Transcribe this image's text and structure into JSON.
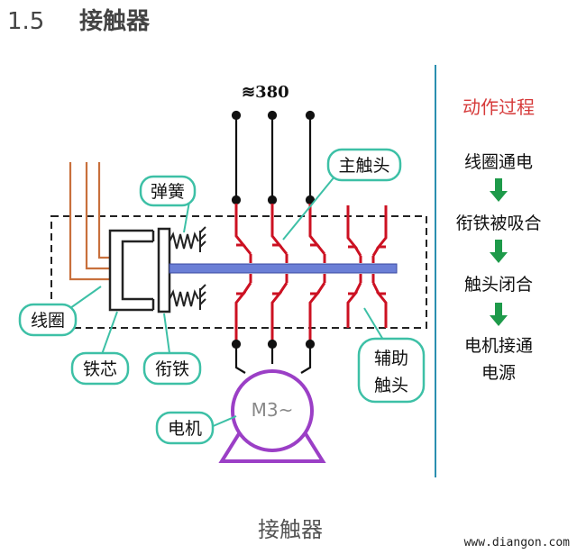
{
  "header": {
    "section_number": "1.5",
    "title": "接触器"
  },
  "diagram": {
    "supply_label": "≋380",
    "labels": {
      "spring": "弹簧",
      "main_contact": "主触头",
      "coil": "线圈",
      "iron_core": "铁芯",
      "armature": "衔铁",
      "aux_line1": "辅助",
      "aux_line2": "触头",
      "motor_label": "电机",
      "motor_symbol": "M3~"
    }
  },
  "process": {
    "title": "动作过程",
    "steps": [
      "线圈通电",
      "衔铁被吸合",
      "触头闭合",
      "电机接通"
    ],
    "last_step_line2": "电源"
  },
  "caption": "接触器",
  "watermark": "www.diangon.com",
  "colors": {
    "contact_red": "#cc1122",
    "armature_blue": "#6b7fd6",
    "motor_purple": "#9b3fc6",
    "callout_green": "#3dc0a6",
    "arrow_green": "#1e9a4a",
    "coil_wire": "#c8703c",
    "divider": "#2a8fb0",
    "process_title": "#d63a3a"
  }
}
